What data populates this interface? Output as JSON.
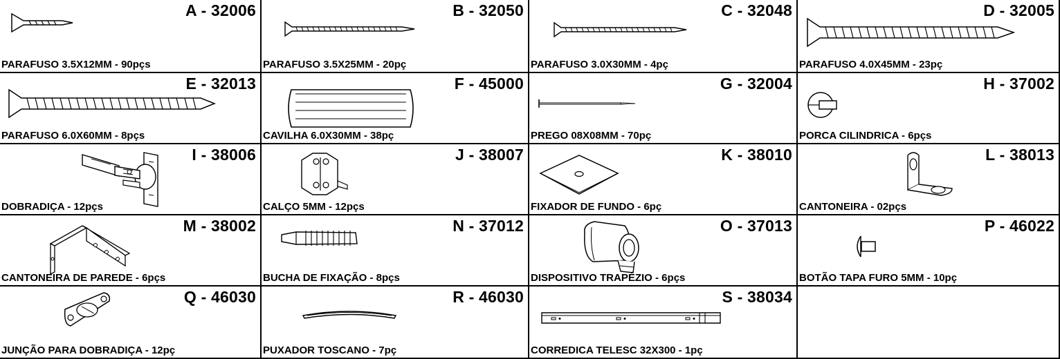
{
  "sheet": {
    "items": [
      {
        "code": "A - 32006",
        "description": "PARAFUSO 3.5X12MM - 90pçs",
        "icon": "screw-icon"
      },
      {
        "code": "B - 32050",
        "description": "PARAFUSO 3.5X25MM - 20pç",
        "icon": "screw-icon"
      },
      {
        "code": "C - 32048",
        "description": "PARAFUSO 3.0X30MM - 4pç",
        "icon": "screw-icon"
      },
      {
        "code": "D - 32005",
        "description": "PARAFUSO 4.0X45MM - 23pç",
        "icon": "screw-icon"
      },
      {
        "code": "E - 32013",
        "description": "PARAFUSO 6.0X60MM - 8pçs",
        "icon": "screw-icon"
      },
      {
        "code": "F - 45000",
        "description": "CAVILHA 6.0X30MM - 38pç",
        "icon": "dowel-icon"
      },
      {
        "code": "G - 32004",
        "description": "PREGO 08X08MM - 70pç",
        "icon": "nail-icon"
      },
      {
        "code": "H - 37002",
        "description": "PORCA CILINDRICA - 6pçs",
        "icon": "cylindrical-nut-icon"
      },
      {
        "code": "I - 38006",
        "description": "DOBRADIÇA - 12pçs",
        "icon": "hinge-icon"
      },
      {
        "code": "J - 38007",
        "description": "CALÇO 5MM - 12pçs",
        "icon": "mounting-plate-icon"
      },
      {
        "code": "K - 38010",
        "description": "FIXADOR DE FUNDO - 6pç",
        "icon": "back-panel-fixer-icon"
      },
      {
        "code": "L - 38013",
        "description": "CANTONEIRA - 02pçs",
        "icon": "angle-bracket-icon"
      },
      {
        "code": "M - 38002",
        "description": "CANTONEIRA DE PAREDE - 6pçs",
        "icon": "wall-bracket-icon"
      },
      {
        "code": "N - 37012",
        "description": "BUCHA DE FIXAÇÃO - 8pçs",
        "icon": "wall-plug-icon"
      },
      {
        "code": "O - 37013",
        "description": "DISPOSITIVO TRAPÉZIO - 6pçs",
        "icon": "trapezoid-device-icon"
      },
      {
        "code": "P - 46022",
        "description": "BOTÃO TAPA FURO 5MM - 10pç",
        "icon": "hole-cap-icon"
      },
      {
        "code": "Q - 46030",
        "description": "JUNÇÃO PARA DOBRADIÇA - 12pç",
        "icon": "hinge-plate-icon"
      },
      {
        "code": "R - 46030",
        "description": "PUXADOR TOSCANO - 7pç",
        "icon": "handle-icon"
      },
      {
        "code": "S - 38034",
        "description": "CORREDICA TELESC 32X300 - 1pç",
        "icon": "drawer-slide-icon"
      }
    ]
  }
}
